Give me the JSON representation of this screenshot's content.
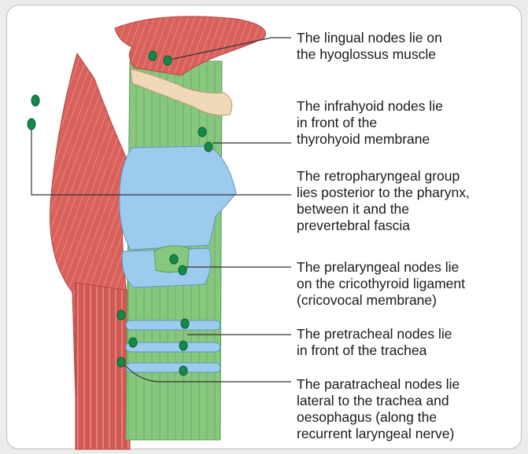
{
  "colors": {
    "muscle": "#d9615c",
    "muscle_light": "#f0a098",
    "airway": "#88c77e",
    "cartilage": "#9ccbee",
    "node": "#138a4a",
    "hyoid": "#efd9b8"
  },
  "labels": [
    {
      "id": "lingual",
      "text": "The lingual nodes lie on\nthe hyoglossus muscle"
    },
    {
      "id": "infrahyoid",
      "text": "The infrahyoid nodes lie\nin front of the\nthyrohyoid membrane"
    },
    {
      "id": "retropharyngeal",
      "text": "The retropharyngeal group\nlies posterior to the pharynx,\nbetween it and the\nprevertebral fascia"
    },
    {
      "id": "prelaryngeal",
      "text": "The prelaryngeal nodes lie\non the cricothyroid ligament\n(cricovocal membrane)"
    },
    {
      "id": "pretracheal",
      "text": "The pretracheal nodes lie\nin front of the trachea"
    },
    {
      "id": "paratracheal",
      "text": "The paratracheal nodes lie\nlateral to the trachea and\noesophagus (along the\nrecurrent laryngeal nerve)"
    }
  ]
}
